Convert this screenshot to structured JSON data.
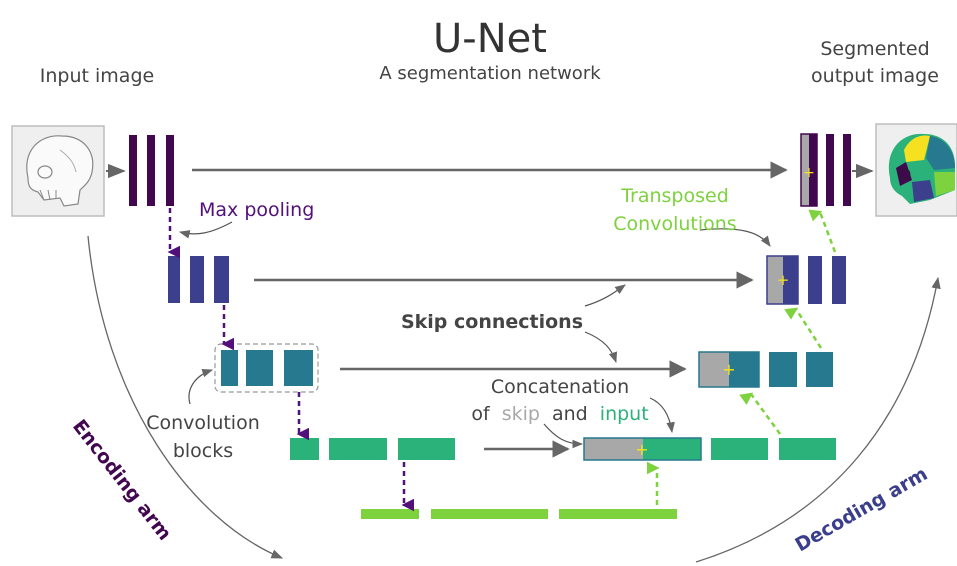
{
  "title": "U-Net",
  "subtitle": "A segmentation network",
  "labels": {
    "input_image": "Input image",
    "segmented_line1": "Segmented",
    "segmented_line2": "output image",
    "max_pooling": "Max pooling",
    "transposed_line1": "Transposed",
    "transposed_line2": "Convolutions",
    "skip_connections": "Skip connections",
    "concatenation_line1": "Concatenation",
    "concat_of": "of",
    "concat_skip": "skip",
    "concat_and": "and",
    "concat_input": "input",
    "convolution_line1": "Convolution",
    "convolution_line2": "blocks",
    "encoding_arm": "Encoding arm",
    "decoding_arm": "Decoding arm"
  },
  "colors": {
    "level1": "#42084f",
    "level2": "#3b3f8c",
    "level3": "#26798e",
    "level4": "#2bb27b",
    "level5": "#7ed23d",
    "skip_gray": "#a8a8a8",
    "purple_text": "#52107a",
    "green_text": "#7ed23d",
    "navy_text": "#3a3e8c",
    "arrow_gray": "#666666",
    "plus": "#f5e11f"
  }
}
